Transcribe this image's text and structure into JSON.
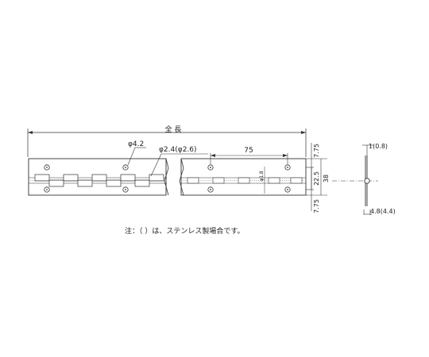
{
  "drawing": {
    "total_length_label": "全 長",
    "hole_large_label": "φ4.2",
    "hole_small_label": "φ2.4(φ2.6)",
    "pitch_label": "75",
    "pin_label": "φ1.8",
    "right_dims": {
      "top_margin": "7.75",
      "half_width": "22.5",
      "full_width": "38",
      "bottom_margin": "7.75"
    },
    "side_view": {
      "thickness_label": "1(0.8)",
      "knuckle_label": "4.8(4.4)"
    }
  },
  "note": "注：（ ）は、ステンレス製場合です。"
}
